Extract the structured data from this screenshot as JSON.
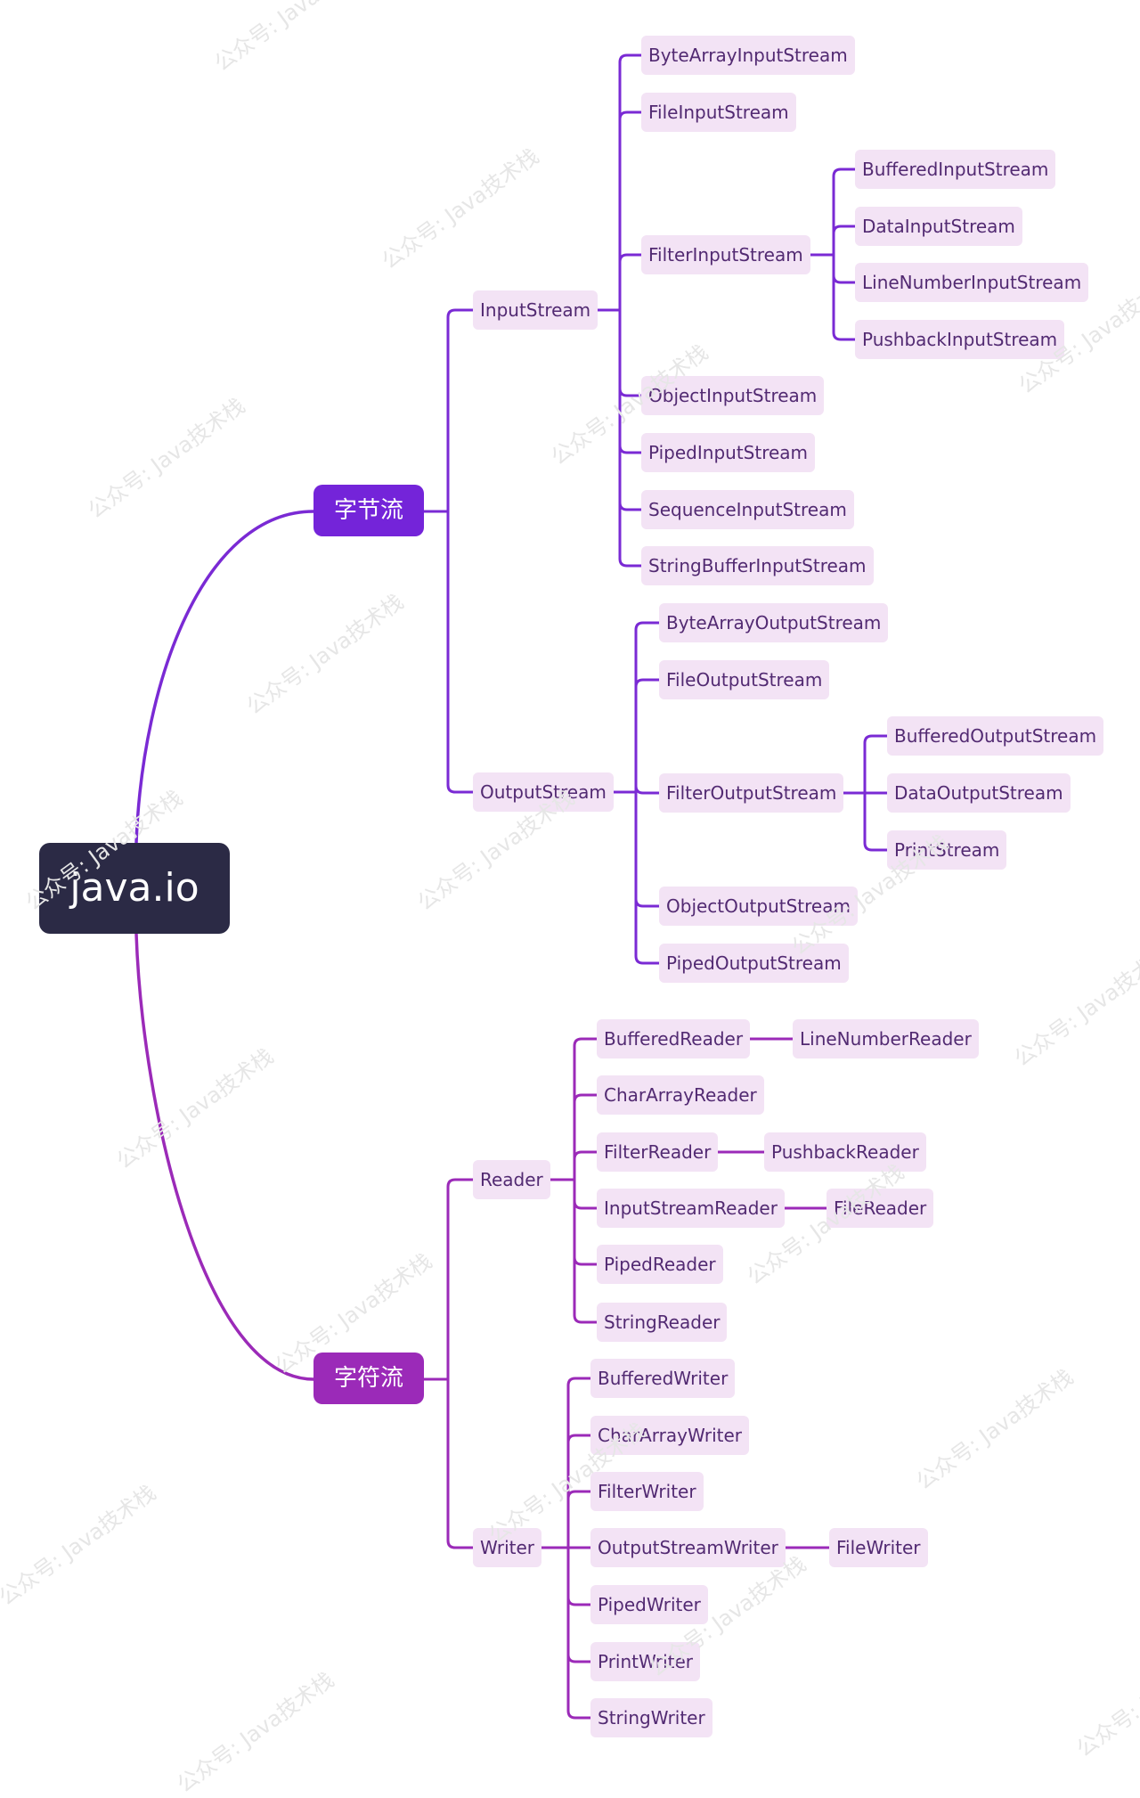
{
  "root": "java.io",
  "categories": {
    "byte": "字节流",
    "char": "字符流"
  },
  "byte": {
    "input": {
      "label": "InputStream",
      "children": [
        "ByteArrayInputStream",
        "FileInputStream",
        "FilterInputStream",
        "ObjectInputStream",
        "PipedInputStream",
        "SequenceInputStream",
        "StringBufferInputStream"
      ],
      "filter_children": [
        "BufferedInputStream",
        "DataInputStream",
        "LineNumberInputStream",
        "PushbackInputStream"
      ]
    },
    "output": {
      "label": "OutputStream",
      "children": [
        "ByteArrayOutputStream",
        "FileOutputStream",
        "FilterOutputStream",
        "ObjectOutputStream",
        "PipedOutputStream"
      ],
      "filter_children": [
        "BufferedOutputStream",
        "DataOutputStream",
        "PrintStream"
      ]
    }
  },
  "char": {
    "reader": {
      "label": "Reader",
      "children": [
        "BufferedReader",
        "CharArrayReader",
        "FilterReader",
        "InputStreamReader",
        "PipedReader",
        "StringReader"
      ],
      "subclasses": {
        "BufferedReader": "LineNumberReader",
        "FilterReader": "PushbackReader",
        "InputStreamReader": "FileReader"
      }
    },
    "writer": {
      "label": "Writer",
      "children": [
        "BufferedWriter",
        "CharArrayWriter",
        "FilterWriter",
        "OutputStreamWriter",
        "PipedWriter",
        "PrintWriter",
        "StringWriter"
      ],
      "subclasses": {
        "OutputStreamWriter": "FileWriter"
      }
    }
  },
  "watermark": "公众号: Java技术栈",
  "colors": {
    "root_bg": "#2b2a45",
    "byte_category": "#7424d9",
    "char_category": "#9b2ab8",
    "node_bg": "#f3e3f5",
    "node_text": "#522a72"
  }
}
